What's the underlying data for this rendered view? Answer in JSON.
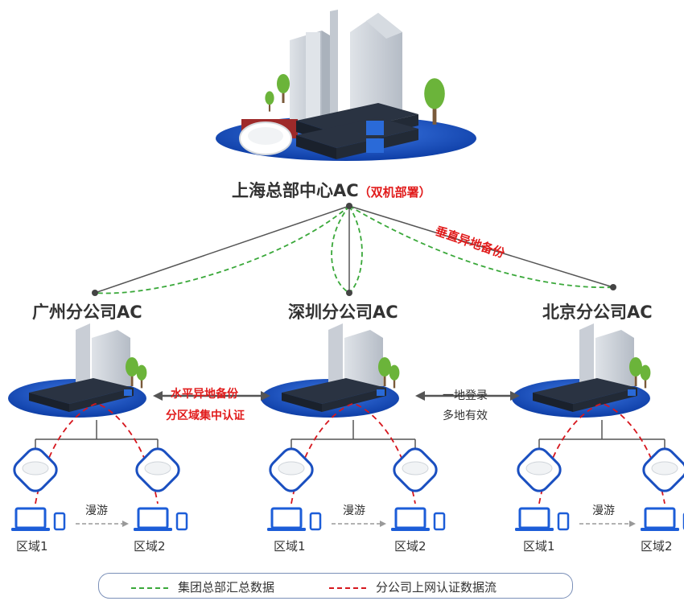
{
  "headquarters": {
    "title": "上海总部中心AC",
    "subtitle": "（双机部署）"
  },
  "branches": [
    {
      "name": "广州分公司AC"
    },
    {
      "name": "深圳分公司AC"
    },
    {
      "name": "北京分公司AC"
    }
  ],
  "annotations": {
    "vertical_backup": "垂直异地备份",
    "horizontal_backup": "水平异地备份",
    "zone_auth": "分区域集中认证",
    "single_login": "一地登录",
    "multi_valid": "多地有效"
  },
  "roaming_label": "漫游",
  "zones": {
    "zone1": "区域1",
    "zone2": "区域2"
  },
  "legend": {
    "green_label": "集团总部汇总数据",
    "red_label": "分公司上网认证数据流"
  },
  "colors": {
    "green_dash": "#3aa83a",
    "red_dash": "#d6171e",
    "platform_blue": "#1a4fc0",
    "device_dark": "#1e2530",
    "laptop_blue": "#1c5dd8",
    "building_gray": "#c9ced6",
    "tree_green": "#5aa832"
  }
}
